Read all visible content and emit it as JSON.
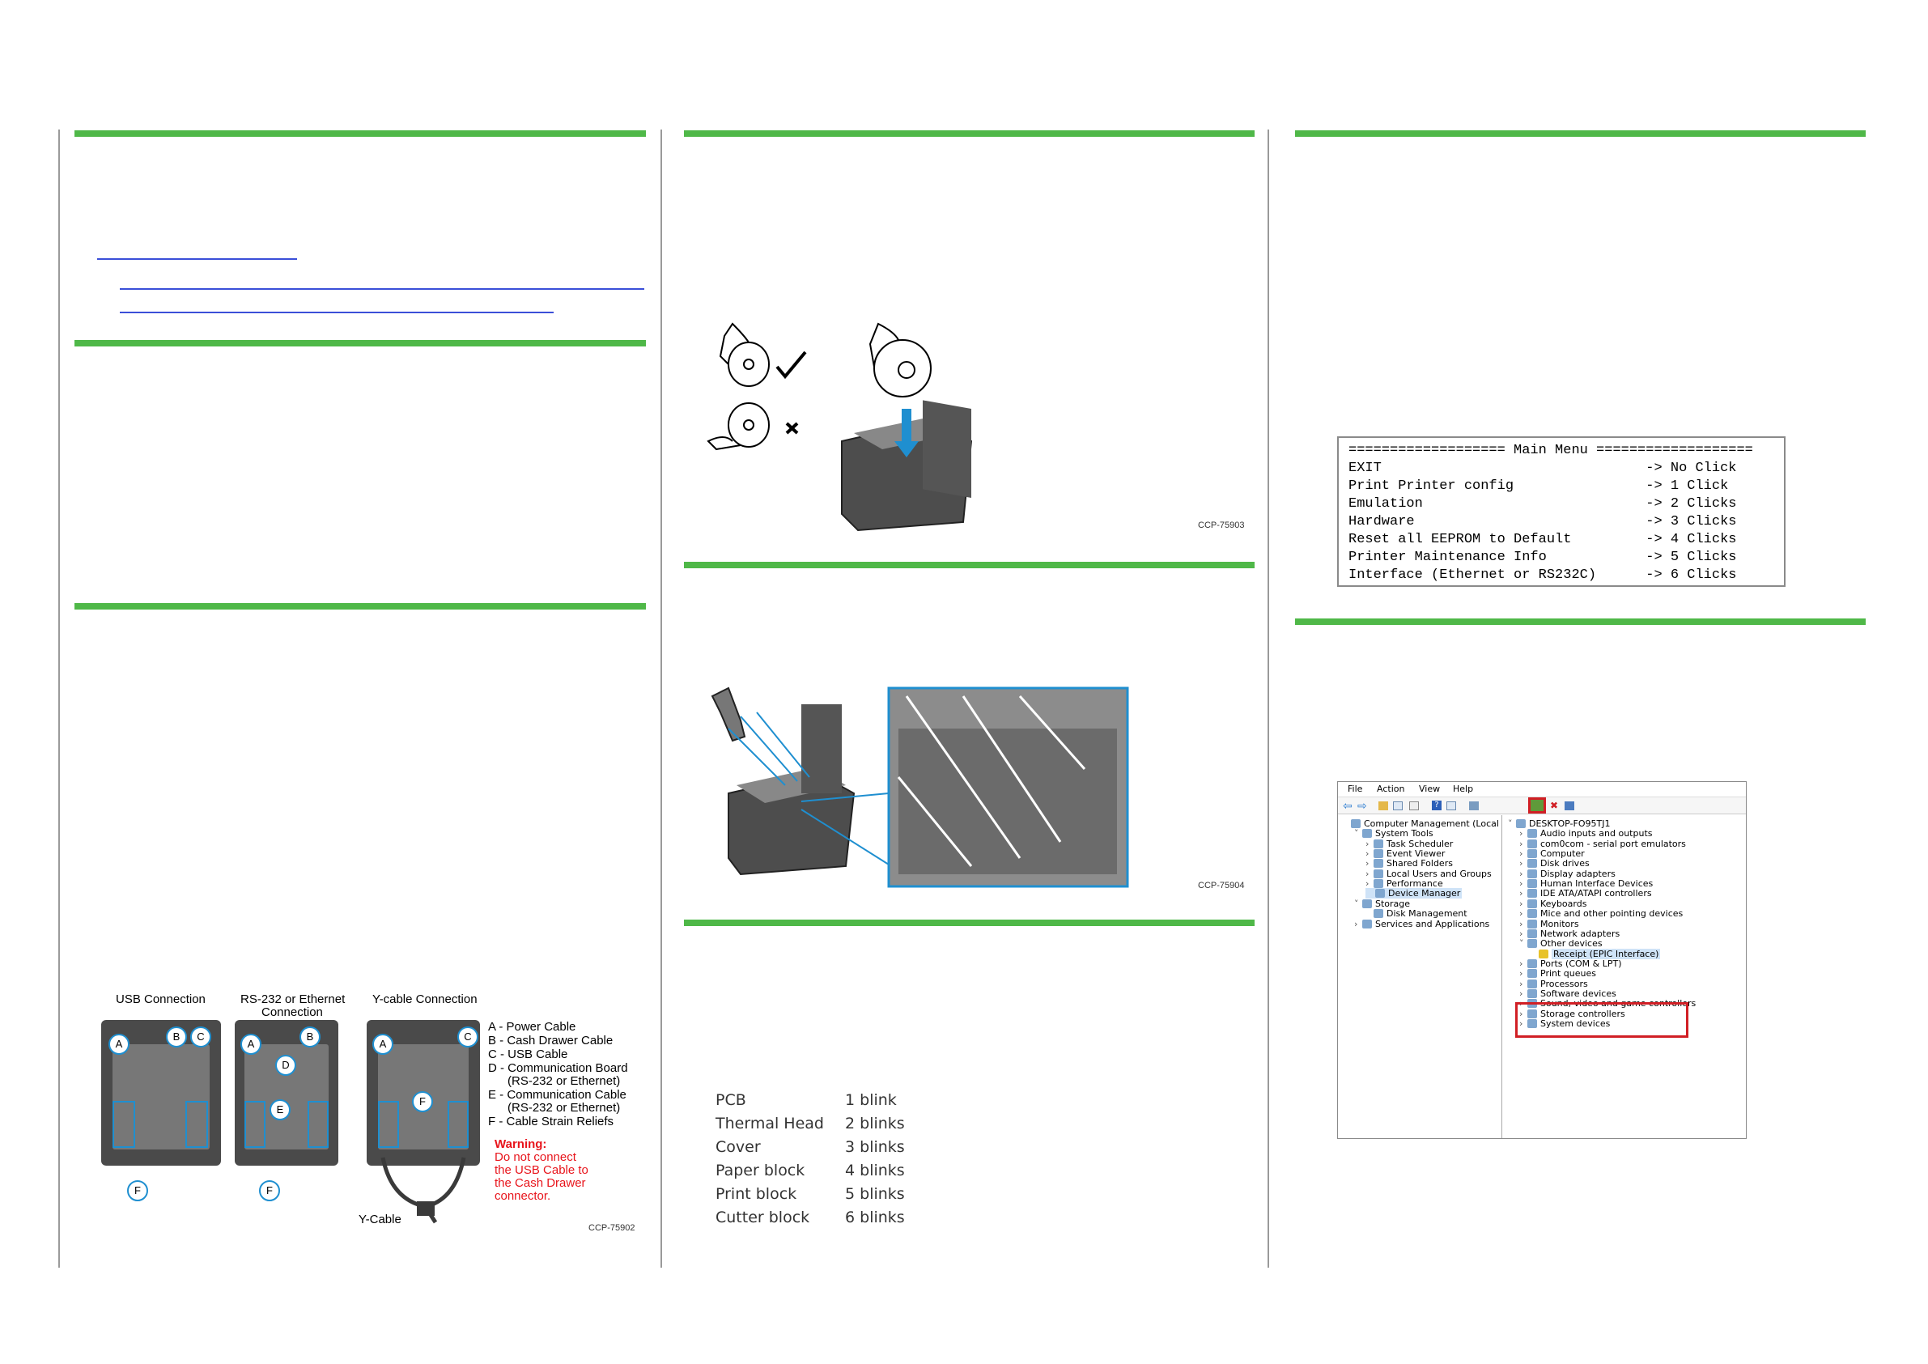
{
  "figure_ids": {
    "cables": "CCP-75902",
    "paper_load": "CCP-75903",
    "paper_guide": "CCP-75904"
  },
  "cable_figure": {
    "headings": {
      "usb": "USB Connection",
      "rs232_line1": "RS-232 or Ethernet",
      "rs232_line2": "Connection",
      "ycable": "Y-cable Connection"
    },
    "legend": [
      "A - Power Cable",
      "B - Cash Drawer Cable",
      "C - USB Cable",
      "D - Communication Board",
      "(RS-232 or Ethernet)",
      "E - Communication Cable",
      "(RS-232 or Ethernet)",
      "F - Cable Strain Reliefs"
    ],
    "warning_title": "Warning:",
    "warning_lines": [
      "Do not connect",
      "the USB Cable to",
      "the Cash Drawer",
      "connector."
    ],
    "ycable_label": "Y-Cable",
    "letters": {
      "a": "A",
      "b": "B",
      "c": "C",
      "d": "D",
      "e": "E",
      "f": "F"
    }
  },
  "blink_table": [
    {
      "name": "PCB",
      "count": "1 blink"
    },
    {
      "name": "Thermal Head",
      "count": "2 blinks"
    },
    {
      "name": "Cover",
      "count": "3 blinks"
    },
    {
      "name": "Paper block",
      "count": "4 blinks"
    },
    {
      "name": "Print block",
      "count": "5 blinks"
    },
    {
      "name": "Cutter block",
      "count": "6 blinks"
    }
  ],
  "main_menu": [
    "=================== Main Menu ===================",
    "EXIT                                -> No Click",
    "Print Printer config                -> 1 Click",
    "Emulation                           -> 2 Clicks",
    "Hardware                            -> 3 Clicks",
    "Reset all EEPROM to Default         -> 4 Clicks",
    "Printer Maintenance Info            -> 5 Clicks",
    "Interface (Ethernet or RS232C)      -> 6 Clicks"
  ],
  "device_manager": {
    "menu": [
      "File",
      "Action",
      "View",
      "Help"
    ],
    "left_tree": [
      {
        "label": "Computer Management (Local",
        "indent": 0,
        "chev": ""
      },
      {
        "label": "System Tools",
        "indent": 1,
        "chev": "v"
      },
      {
        "label": "Task Scheduler",
        "indent": 2,
        "chev": ">"
      },
      {
        "label": "Event Viewer",
        "indent": 2,
        "chev": ">"
      },
      {
        "label": "Shared Folders",
        "indent": 2,
        "chev": ">"
      },
      {
        "label": "Local Users and Groups",
        "indent": 2,
        "chev": ">"
      },
      {
        "label": "Performance",
        "indent": 2,
        "chev": ">"
      },
      {
        "label": "Device Manager",
        "indent": 2,
        "chev": "",
        "selected": true
      },
      {
        "label": "Storage",
        "indent": 1,
        "chev": "v"
      },
      {
        "label": "Disk Management",
        "indent": 2,
        "chev": ""
      },
      {
        "label": "Services and Applications",
        "indent": 1,
        "chev": ">"
      }
    ],
    "right_tree": [
      {
        "label": "DESKTOP-FO95TJ1",
        "indent": 0,
        "chev": "v"
      },
      {
        "label": "Audio inputs and outputs",
        "indent": 1,
        "chev": ">"
      },
      {
        "label": "com0com - serial port emulators",
        "indent": 1,
        "chev": ">"
      },
      {
        "label": "Computer",
        "indent": 1,
        "chev": ">"
      },
      {
        "label": "Disk drives",
        "indent": 1,
        "chev": ">"
      },
      {
        "label": "Display adapters",
        "indent": 1,
        "chev": ">"
      },
      {
        "label": "Human Interface Devices",
        "indent": 1,
        "chev": ">"
      },
      {
        "label": "IDE ATA/ATAPI controllers",
        "indent": 1,
        "chev": ">"
      },
      {
        "label": "Keyboards",
        "indent": 1,
        "chev": ">"
      },
      {
        "label": "Mice and other pointing devices",
        "indent": 1,
        "chev": ">"
      },
      {
        "label": "Monitors",
        "indent": 1,
        "chev": ">"
      },
      {
        "label": "Network adapters",
        "indent": 1,
        "chev": ">"
      },
      {
        "label": "Other devices",
        "indent": 1,
        "chev": "v"
      },
      {
        "label": "Receipt (EPIC Interface)",
        "indent": 2,
        "chev": "",
        "highlight": true
      },
      {
        "label": "Ports (COM & LPT)",
        "indent": 1,
        "chev": ">"
      },
      {
        "label": "Print queues",
        "indent": 1,
        "chev": ">"
      },
      {
        "label": "Processors",
        "indent": 1,
        "chev": ">"
      },
      {
        "label": "Software devices",
        "indent": 1,
        "chev": ">"
      },
      {
        "label": "Sound, video and game controllers",
        "indent": 1,
        "chev": ">"
      },
      {
        "label": "Storage controllers",
        "indent": 1,
        "chev": ">"
      },
      {
        "label": "System devices",
        "indent": 1,
        "chev": ">"
      }
    ]
  },
  "colors": {
    "section_bar": "#4fb848",
    "callout_blue": "#1f8fd0",
    "warning_red": "#e8141b",
    "highlight_red": "#d11f25",
    "link_blue": "#3b4fd8"
  }
}
